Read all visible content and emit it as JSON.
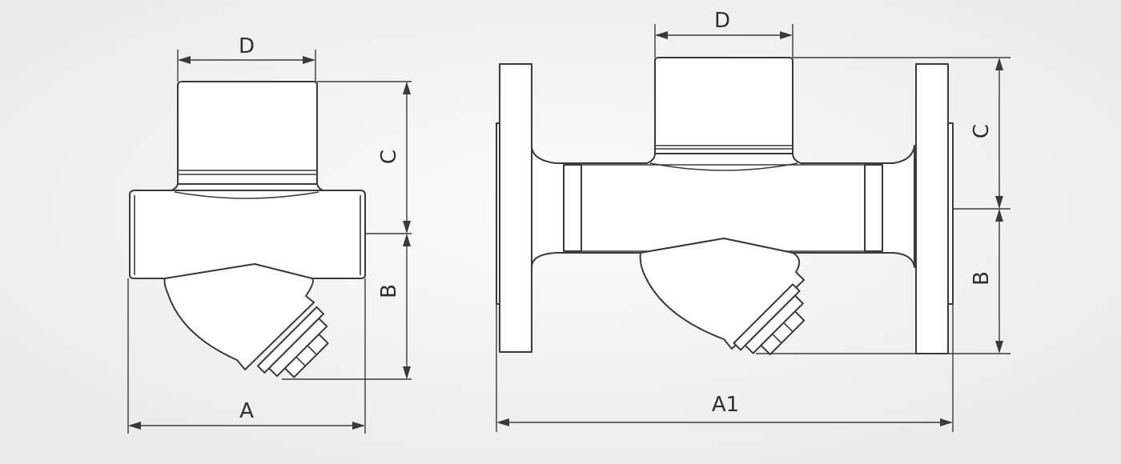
{
  "left_view": {
    "dim_top": "D",
    "dim_upper_right": "C",
    "dim_lower_right": "B",
    "dim_bottom": "A"
  },
  "right_view": {
    "dim_top": "D",
    "dim_upper_right": "C",
    "dim_lower_right": "B",
    "dim_bottom": "A1"
  },
  "colors": {
    "background": "#f1f1f1",
    "line": "#3a3a3a",
    "part_fill": "#ffffff"
  }
}
